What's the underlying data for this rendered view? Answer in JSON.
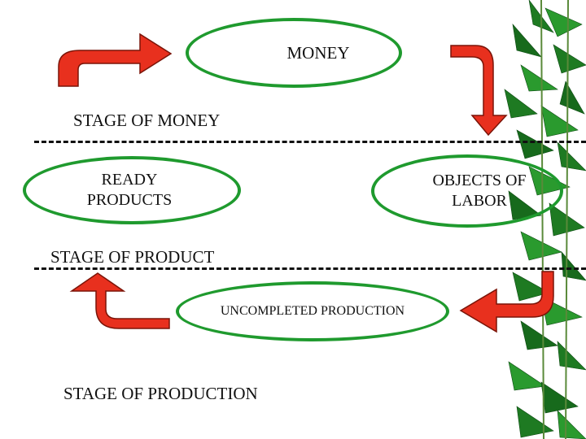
{
  "diagram": {
    "nodes": {
      "money": "MONEY",
      "ready_products": "READY\nPRODUCTS",
      "objects_of_labor": "OBJECTS OF\nLABOR",
      "uncompleted_production": "UNCOMPLETED PRODUCTION"
    },
    "stages": {
      "money": "STAGE OF MONEY",
      "product": "STAGE OF PRODUCT",
      "production": "STAGE OF PRODUCTION"
    }
  },
  "colors": {
    "ellipse_border": "#1f9a2e",
    "arrow_fill": "#e8301e",
    "arrow_outline": "#7a1408",
    "divider": "#111111",
    "bamboo_leaf": "#1e7a22"
  },
  "icons": [
    "curved-arrow-icon",
    "bamboo-decoration"
  ]
}
